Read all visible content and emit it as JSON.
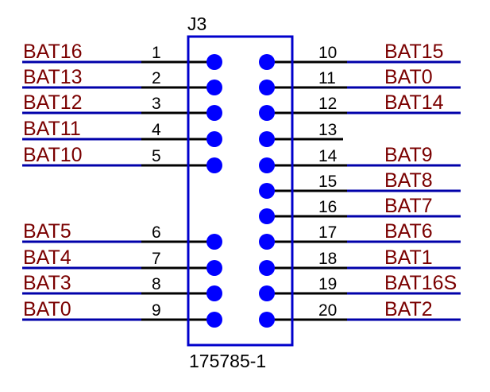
{
  "component": {
    "designator": "J3",
    "part_number": "175785-1",
    "colors": {
      "body": "#0000cc",
      "wire": "#0000aa",
      "pin_stub": "#000000",
      "pad": "#0000ff",
      "net_label": "#7a0000",
      "text": "#000000"
    }
  },
  "left_pins": [
    {
      "pin": "1",
      "net": "BAT16"
    },
    {
      "pin": "2",
      "net": "BAT13"
    },
    {
      "pin": "3",
      "net": "BAT12"
    },
    {
      "pin": "4",
      "net": "BAT11"
    },
    {
      "pin": "5",
      "net": "BAT10"
    },
    {
      "pin": "6",
      "net": "BAT5"
    },
    {
      "pin": "7",
      "net": "BAT4"
    },
    {
      "pin": "8",
      "net": "BAT3"
    },
    {
      "pin": "9",
      "net": "BAT0"
    }
  ],
  "right_pins": [
    {
      "pin": "10",
      "net": "BAT15"
    },
    {
      "pin": "11",
      "net": "BAT0"
    },
    {
      "pin": "12",
      "net": "BAT14"
    },
    {
      "pin": "13",
      "net": ""
    },
    {
      "pin": "14",
      "net": "BAT9"
    },
    {
      "pin": "15",
      "net": "BAT8"
    },
    {
      "pin": "16",
      "net": "BAT7"
    },
    {
      "pin": "17",
      "net": "BAT6"
    },
    {
      "pin": "18",
      "net": "BAT1"
    },
    {
      "pin": "19",
      "net": "BAT16S"
    },
    {
      "pin": "20",
      "net": "BAT2"
    }
  ]
}
